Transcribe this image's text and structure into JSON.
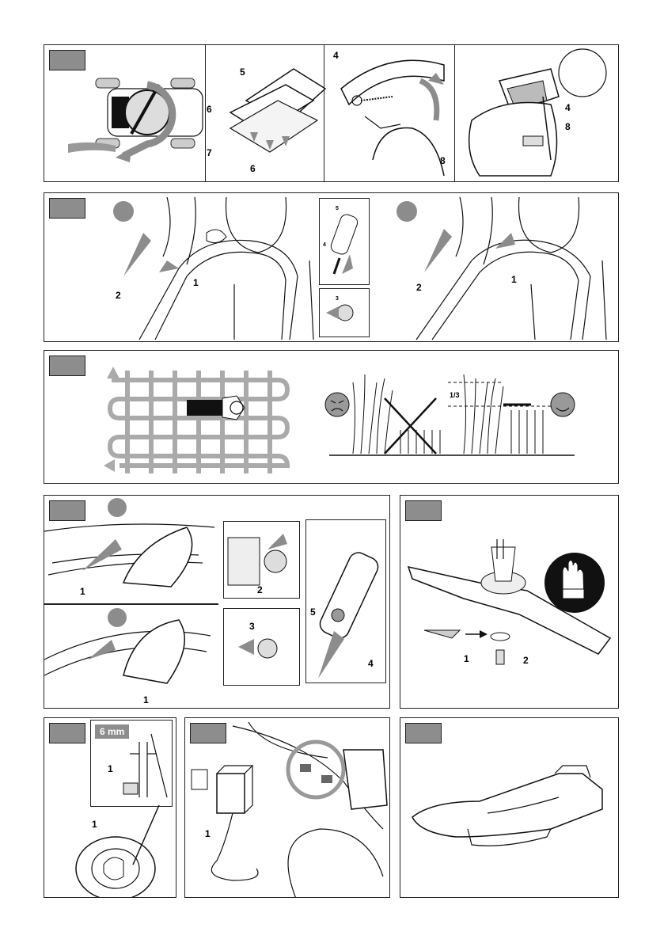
{
  "callouts": {
    "n1": "1",
    "n2": "2",
    "n3": "3",
    "n4": "4",
    "n5": "5",
    "n6": "6",
    "n7": "7",
    "n8": "8"
  },
  "height_label": "1/3",
  "gap_label": "6 mm",
  "icons": {
    "glove": "glove-icon",
    "angry_face": "angry-face-icon",
    "happy_face": "happy-face-icon",
    "wall_socket": "wall-socket-icon"
  },
  "colors": {
    "tag": "#8d8d8d",
    "arrow": "#8c8c8c",
    "line": "#222222"
  }
}
